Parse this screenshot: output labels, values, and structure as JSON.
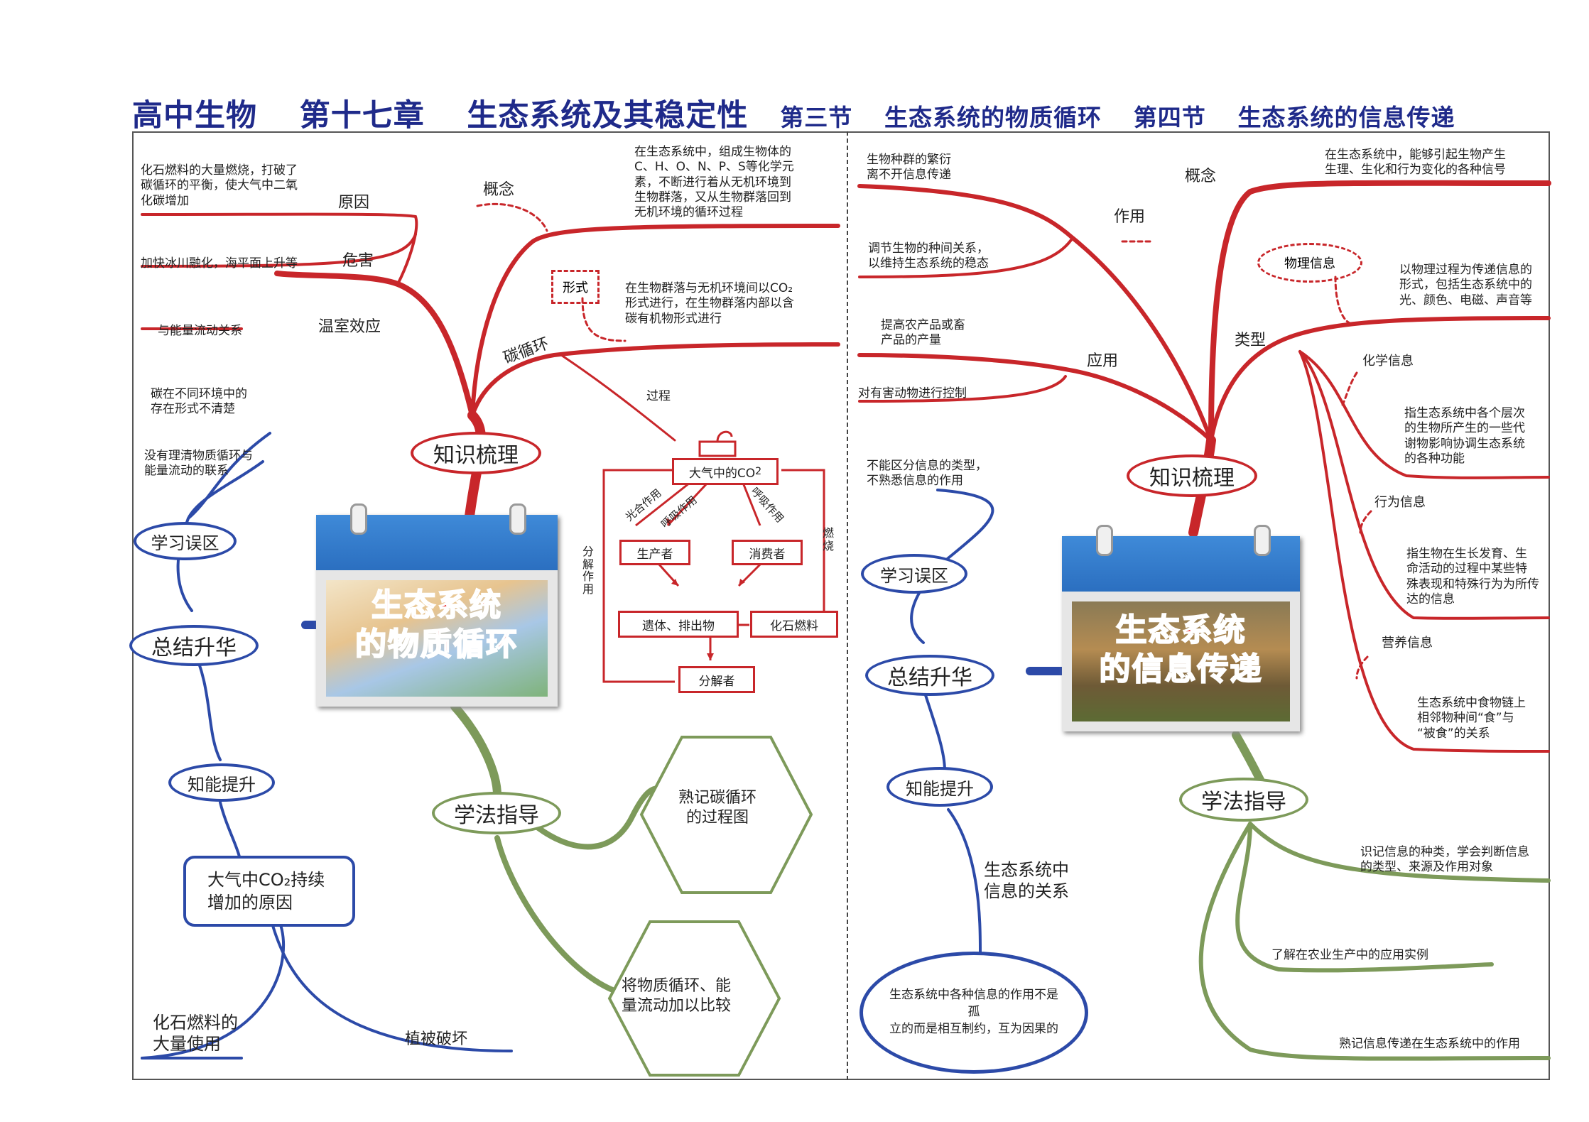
{
  "title": {
    "subject": "高中生物",
    "chapter": "第十七章",
    "chapter_name": "生态系统及其稳定性",
    "section3": "第三节",
    "section3_name": "生态系统的物质循环",
    "section4": "第四节",
    "section4_name": "生态系统的信息传递"
  },
  "left": {
    "card_title_1": "生态系统",
    "card_title_2": "的物质循环",
    "knowledge": "知识梳理",
    "concept": "概念",
    "concept_text": [
      "在生态系统中，组成生物体的",
      "C、H、O、N、P、S等化学元",
      "素，不断进行着从无机环境到",
      "生物群落，又从生物群落回到",
      "无机环境的循环过程"
    ],
    "carbon_cycle": "碳循环",
    "form": "形式",
    "form_text": [
      "在生物群落与无机环境间以CO₂",
      "形式进行，在生物群落内部以含",
      "碳有机物形式进行"
    ],
    "process": "过程",
    "greenhouse": "温室效应",
    "cause": "原因",
    "cause_text": [
      "化石燃料的大量燃烧，打破了",
      "碳循环的平衡，使大气中二氧",
      "化碳增加"
    ],
    "harm": "危害",
    "harm_text": "加快冰川融化，海平面上升等",
    "energy_relation": "与能量流动关系",
    "cycle": {
      "atmosphere": "大气中的CO",
      "atmosphere_sub": "2",
      "producer": "生产者",
      "consumer": "消费者",
      "remains": "遗体、排出物",
      "fossil": "化石燃料",
      "decomposer": "分解者",
      "photosynthesis": "光合作用",
      "respiration_a": "呼吸作用",
      "respiration_b": "呼吸作用",
      "combustion": "燃烧",
      "decomposition": "分解作用"
    },
    "mistake": "学习误区",
    "mistake_1": [
      "碳在不同环境中的",
      "存在形式不清楚"
    ],
    "mistake_2": [
      "没有理清物质循环与",
      "能量流动的联系"
    ],
    "summary": "总结升华",
    "ability": "知能提升",
    "co2_box": [
      "大气中CO₂持续",
      "增加的原因"
    ],
    "fossil_use": [
      "化石燃料的",
      "大量使用"
    ],
    "vegetation": "植被破坏",
    "method": "学法指导",
    "hex_1": [
      "熟记碳循环",
      "的过程图"
    ],
    "hex_2": [
      "将物质循环、能",
      "量流动加以比较"
    ]
  },
  "right": {
    "card_title_1": "生态系统",
    "card_title_2": "的信息传递",
    "knowledge": "知识梳理",
    "concept": "概念",
    "concept_text": [
      "在生态系统中，能够引起生物产生",
      "生理、生化和行为变化的各种信号"
    ],
    "role": "作用",
    "role_1": [
      "生物种群的繁衍",
      "离不开信息传递"
    ],
    "role_2": [
      "调节生物的种间关系，",
      "以维持生态系统的稳态"
    ],
    "application": "应用",
    "app_1": [
      "提高农产品或畜",
      "产品的产量"
    ],
    "app_2": "对有害动物进行控制",
    "type": "类型",
    "physical": "物理信息",
    "physical_text": [
      "以物理过程为传递信息的",
      "形式，包括生态系统中的",
      "光、颜色、电磁、声音等"
    ],
    "chemical": "化学信息",
    "chemical_text": [
      "指生态系统中各个层次",
      "的生物所产生的一些代",
      "谢物影响协调生态系统",
      "的各种功能"
    ],
    "behavior": "行为信息",
    "behavior_text": [
      "指生物在生长发育、生",
      "命活动的过程中某些特",
      "殊表现和特殊行为为所传",
      "达的信息"
    ],
    "nutrition": "营养信息",
    "nutrition_text": [
      "生态系统中食物链上",
      "相邻物种间“食”与",
      "“被食”的关系"
    ],
    "mistake": "学习误区",
    "mistake_1": [
      "不能区分信息的类型，",
      "不熟悉信息的作用"
    ],
    "summary": "总结升华",
    "ability": "知能提升",
    "relation": [
      "生态系统中",
      "信息的关系"
    ],
    "oval_text": [
      "生态系统中各种信息的作用不是孤",
      "立的而是相互制约，互为因果的"
    ],
    "method": "学法指导",
    "method_1": [
      "识记信息的种类，学会判断信息",
      "的类型、来源及作用对象"
    ],
    "method_2": "了解在农业生产中的应用实例",
    "method_3": "熟记信息传递在生态系统中的作用"
  },
  "colors": {
    "red": "#c8262a",
    "blue": "#2c4aa8",
    "green": "#7d9a5a",
    "title": "#1f2a8a"
  }
}
